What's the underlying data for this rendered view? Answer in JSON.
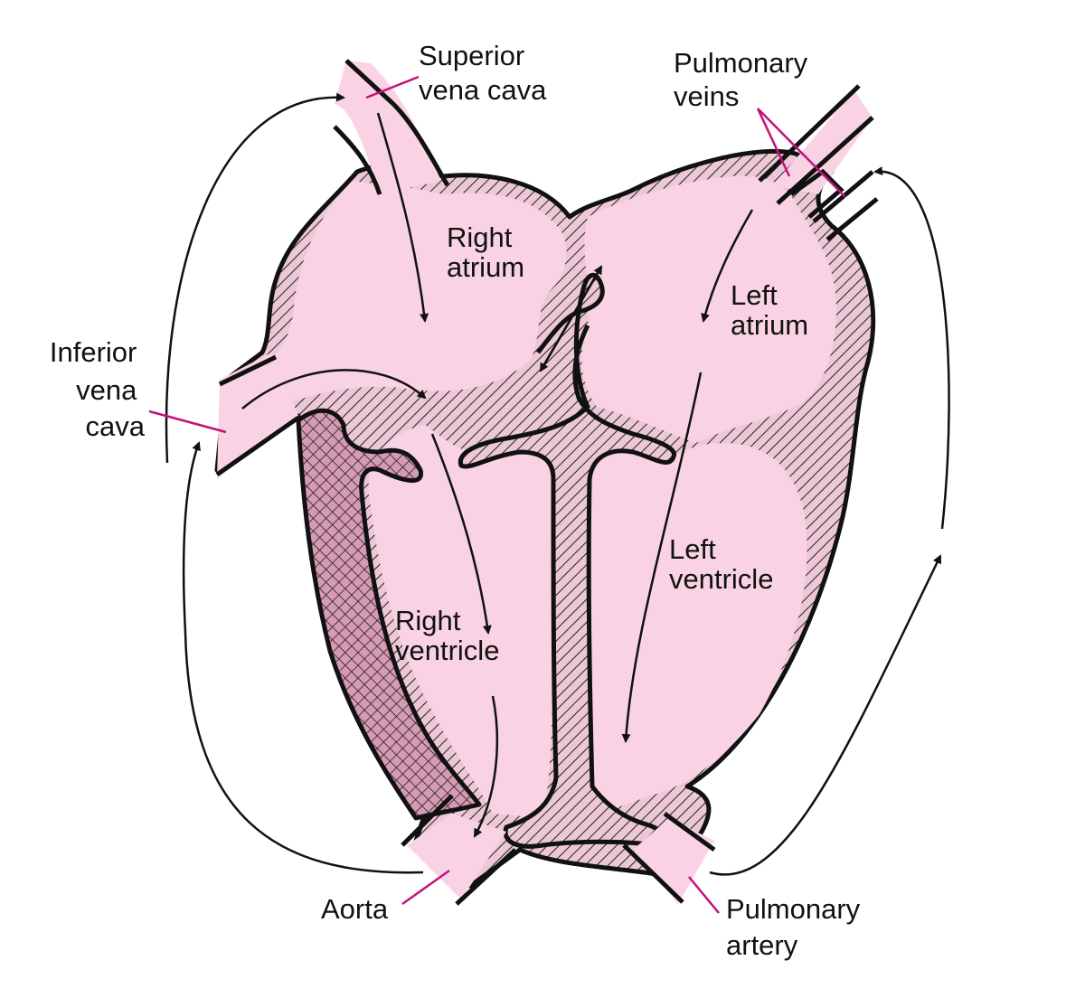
{
  "labels": {
    "superior_vena_cava": [
      "Superior",
      "vena cava"
    ],
    "pulmonary_veins": [
      "Pulmonary",
      "veins"
    ],
    "right_atrium": [
      "Right",
      "atrium"
    ],
    "left_atrium": [
      "Left",
      "atrium"
    ],
    "inferior_vena_cava": [
      "Inferior",
      "vena",
      "cava"
    ],
    "left_ventricle": [
      "Left",
      "ventricle"
    ],
    "right_ventricle": [
      "Right",
      "ventricle"
    ],
    "aorta": "Aorta",
    "pulmonary_artery": [
      "Pulmonary",
      "artery"
    ]
  },
  "colors": {
    "blood": "#f9d3e3",
    "wall": "#e8c4d2",
    "outline": "#111111",
    "leader": "#c2127a"
  }
}
